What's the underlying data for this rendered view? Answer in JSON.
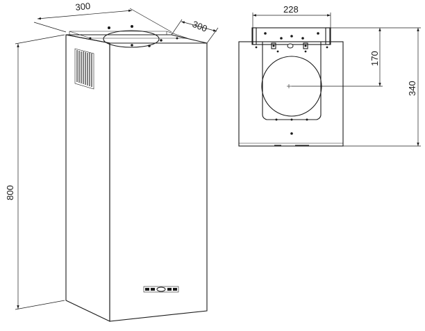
{
  "dimensions": {
    "iso_width": "300",
    "iso_depth": "300",
    "iso_height": "800",
    "top_width": "228",
    "top_center_depth": "170",
    "top_depth": "340"
  },
  "colors": {
    "line": "#1a1a1a",
    "background": "#ffffff"
  }
}
